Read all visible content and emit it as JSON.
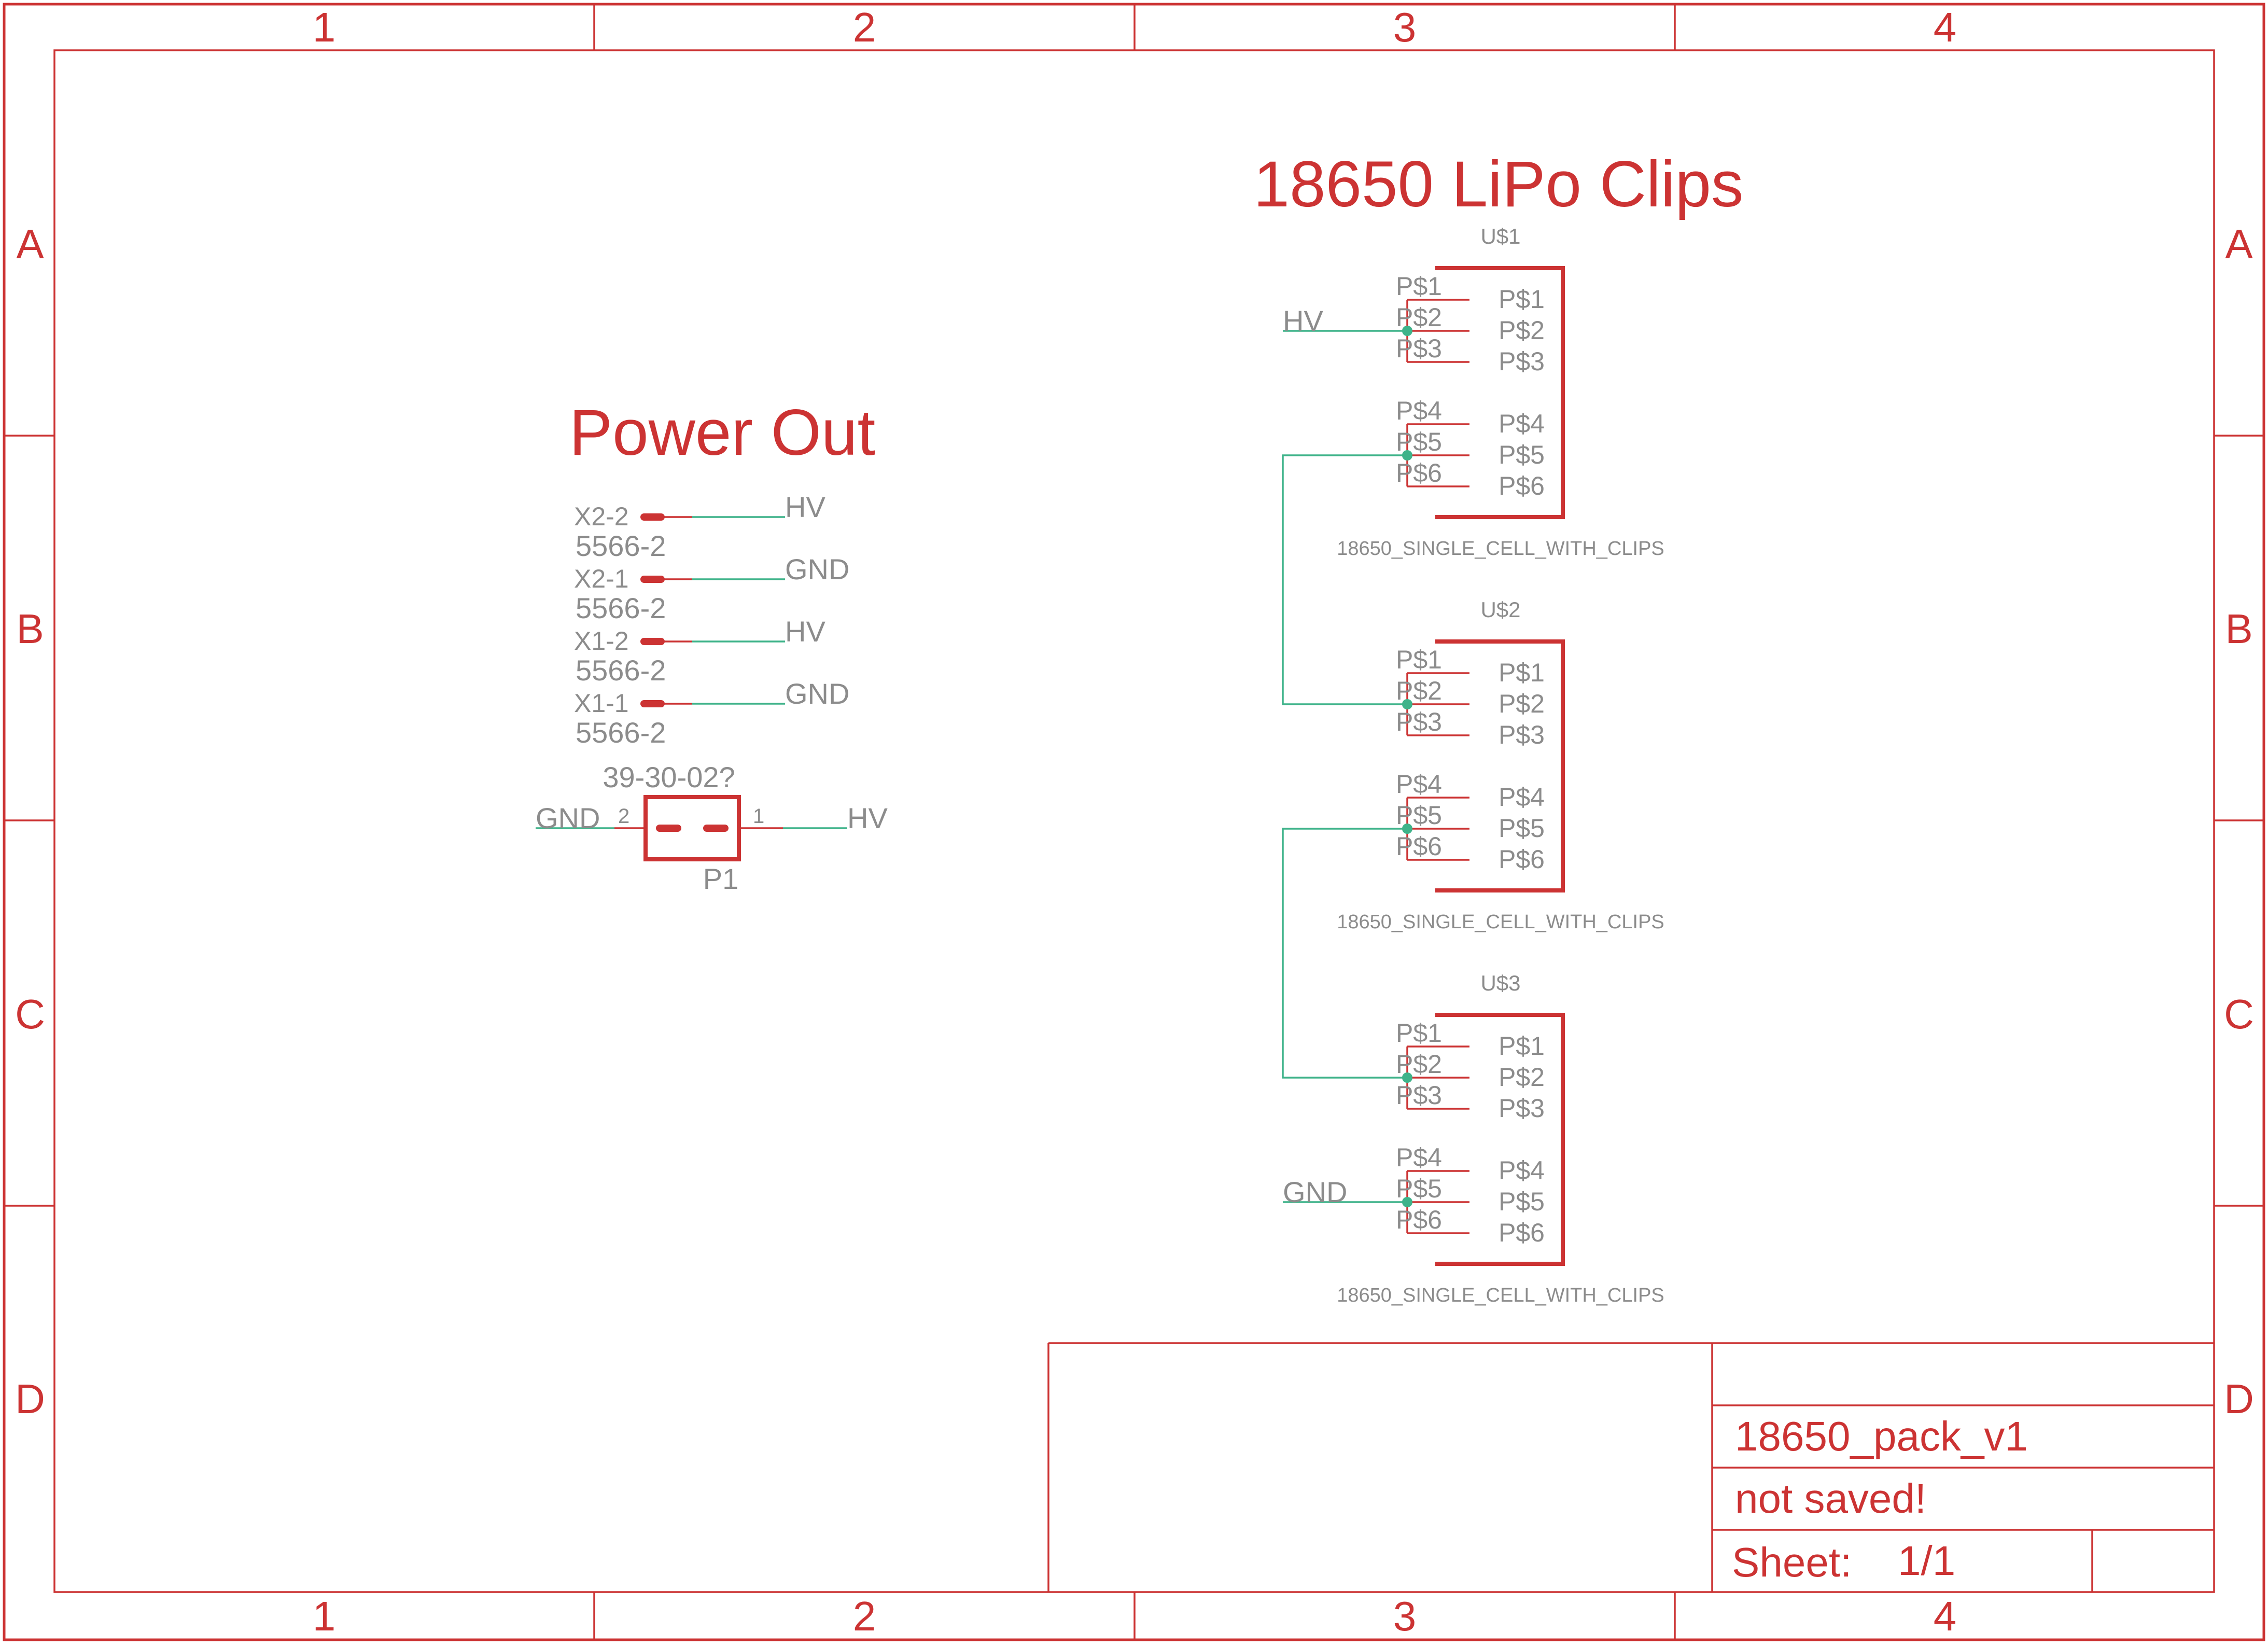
{
  "sheet": {
    "columns": [
      "1",
      "2",
      "3",
      "4"
    ],
    "rows": [
      "A",
      "B",
      "C",
      "D"
    ]
  },
  "titles": {
    "power_out": "Power Out",
    "lipo_clips": "18650 LiPo Clips"
  },
  "connectors": [
    {
      "name": "X2-2",
      "value": "5566-2",
      "net": "HV"
    },
    {
      "name": "X2-1",
      "value": "5566-2",
      "net": "GND"
    },
    {
      "name": "X1-2",
      "value": "5566-2",
      "net": "HV"
    },
    {
      "name": "X1-1",
      "value": "5566-2",
      "net": "GND"
    }
  ],
  "header_p1": {
    "name": "P1",
    "value": "39-30-02?",
    "pin_left": "2",
    "pin_right": "1",
    "net_left": "GND",
    "net_right": "HV"
  },
  "cells": [
    {
      "name": "U$1",
      "device": "18650_SINGLE_CELL_WITH_CLIPS"
    },
    {
      "name": "U$2",
      "device": "18650_SINGLE_CELL_WITH_CLIPS"
    },
    {
      "name": "U$3",
      "device": "18650_SINGLE_CELL_WITH_CLIPS"
    }
  ],
  "pins": [
    "P$1",
    "P$2",
    "P$3",
    "P$4",
    "P$5",
    "P$6"
  ],
  "nets": {
    "u1_input": "HV",
    "u3_output": "GND"
  },
  "title_block": {
    "drawing_name": "18650_pack_v1",
    "save_status": "not saved!",
    "sheet_label": "Sheet:",
    "sheet_value": "1/1"
  },
  "colors": {
    "frame": "#cc3333",
    "net": "#3fb38a",
    "label": "#8c8c8c"
  }
}
